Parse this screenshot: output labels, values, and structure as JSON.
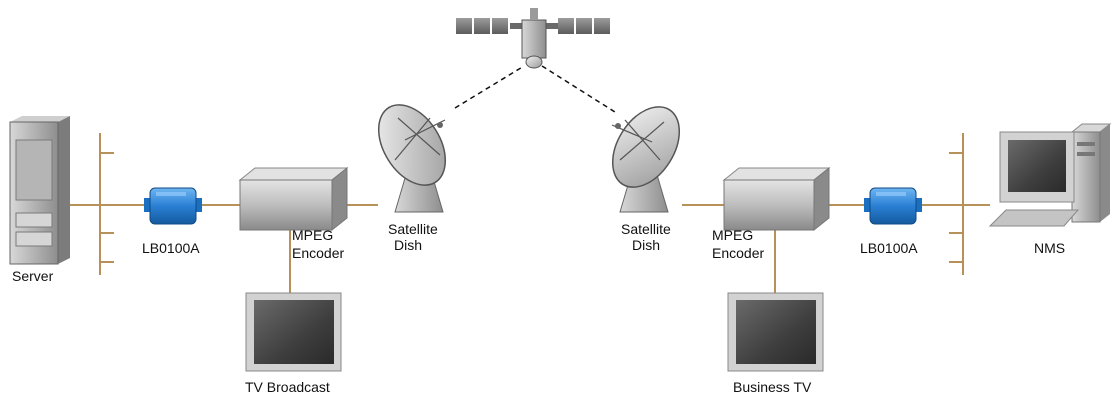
{
  "diagram": {
    "labels": {
      "server": "Server",
      "lb_left": "LB0100A",
      "mpeg_left_1": "MPEG",
      "mpeg_left_2": "Encoder",
      "dish_left_1": "Satellite",
      "dish_left_2": "Dish",
      "tv_broadcast": "TV Broadcast",
      "dish_right_1": "Satellite",
      "dish_right_2": "Dish",
      "mpeg_right_1": "MPEG",
      "mpeg_right_2": "Encoder",
      "lb_right": "LB0100A",
      "nms": "NMS",
      "business_tv": "Business TV"
    },
    "colors": {
      "cable": "#b8905a",
      "link": "#111111",
      "device_gray": "#a8a8a8",
      "converter_blue": "#2a7fd4",
      "screen_dark": "#4a4a4a"
    }
  }
}
